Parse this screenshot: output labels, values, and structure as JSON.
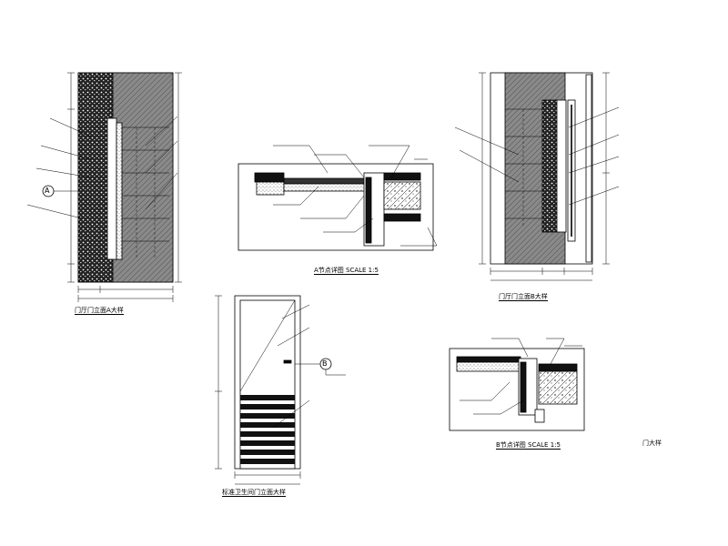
{
  "drawings": {
    "elev_a": {
      "caption": "门厅门立面A大样"
    },
    "section_a": {
      "caption": "A节点详图 SCALE 1:5"
    },
    "elev_b": {
      "caption": "门厅门立面B大样"
    },
    "elev_c": {
      "caption": "标准卫生间门立面大样"
    },
    "section_b": {
      "caption": "B节点详图 SCALE 1:5"
    }
  },
  "section_markers": {
    "a": "A",
    "b": "B"
  },
  "watermark": {
    "line1": "门大样",
    "line2": ""
  },
  "colors": {
    "line": "#000000",
    "hatch_dark": "#222222",
    "stone": "#7a7a7a"
  }
}
